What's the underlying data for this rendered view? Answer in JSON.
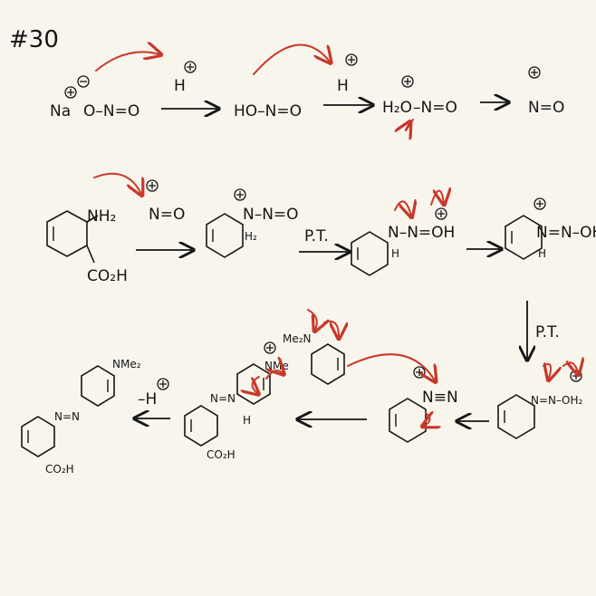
{
  "colors": {
    "ink": "#151515",
    "accent": "#c8382b",
    "paper": "#f7f5ec"
  },
  "page": {
    "title": "#30"
  },
  "row1": {
    "nitrite_na": "Na",
    "nitrite_rest": "O–N=O",
    "h_plus_1": "H",
    "hono": "HO–N=O",
    "h_plus_2": "H",
    "h2o_part": "H₂O",
    "h2o_rest": "–N=O",
    "nitrosonium": "N=O"
  },
  "row2": {
    "amine_nh2": "NH₂",
    "amine_co2h": "CO₂H",
    "nitrosonium": "N=O",
    "adduct_n": "N–N=O",
    "adduct_h2": "H₂",
    "pt_label": "P.T.",
    "tautomer_n": "N–N=OH",
    "tautomer_h": "H",
    "protonated_n": "N=N–OH",
    "protonated_h": "H"
  },
  "row3": {
    "pt_label": "P.T.",
    "oxonium": "N=N–OH₂",
    "diazonium": "N≡N",
    "dimethylaniline": "Me₂N",
    "sigma_nme": "NMe",
    "sigma_nn": "N=N",
    "sigma_h": "H",
    "sigma_co2h": "CO₂H",
    "deprot_label": "–H",
    "product_nn": "N=N",
    "product_nme2": "NMe₂",
    "product_co2h": "CO₂H"
  }
}
